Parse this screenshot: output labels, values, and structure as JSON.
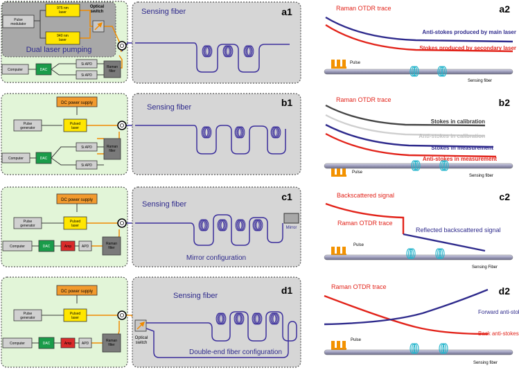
{
  "colors": {
    "setup_bg": "#e2f5d8",
    "fiber_box_bg": "#d6d6d6",
    "dual_pump_bg": "#a8a8a8",
    "optical_path": "#f08a00",
    "electrical_path": "#3a3a3a",
    "fiber": "#3b2f9c",
    "red_text": "#e2231a",
    "blue_text": "#2e2a8c",
    "laser_yellow": "#ffe600",
    "dc_orange": "#f29a2e",
    "dac_green": "#1a9c4a",
    "amp_red": "#d92b2b",
    "grey_box": "#d0d0d0",
    "dark_grey": "#7a7a7a",
    "pulse_orange": "#f39200",
    "loop_cyan": "#26b5cc"
  },
  "panels": {
    "a1": {
      "label": "a1",
      "sensing_fiber": "Sensing fiber",
      "title": "Dual laser pumping",
      "pulse_modulator": [
        "Pulse",
        "modulator"
      ],
      "laser_975": [
        "975 nm",
        "laser"
      ],
      "laser_940": [
        "940 nm",
        "laser"
      ],
      "optical_switch": [
        "Optical",
        "switch"
      ],
      "computer": "Computer",
      "dac": "DAC",
      "apd1": "Si APD",
      "apd2": "Si APD",
      "raman_filter": [
        "Raman",
        "filter"
      ]
    },
    "b1": {
      "label": "b1",
      "sensing_fiber": "Sensing fiber",
      "dc_power": "DC power supply",
      "pulse_generator": [
        "Pulse",
        "generator"
      ],
      "pulsed_laser": [
        "Pulsed",
        "laser"
      ],
      "computer": "Computer",
      "dac": "DAC",
      "apd1": "Si APD",
      "apd2": "Si APD",
      "raman_filter": [
        "Raman",
        "filter"
      ]
    },
    "c1": {
      "label": "c1",
      "sensing_fiber": "Sensing fiber",
      "dc_power": "DC power supply",
      "pulse_generator": [
        "Pulse",
        "generator"
      ],
      "pulsed_laser": [
        "Pulsed",
        "laser"
      ],
      "computer": "Computer",
      "dac": "DAC",
      "amp": "Amp",
      "apd": "APD",
      "raman_filter": [
        "Raman",
        "filter"
      ],
      "mirror": "Mirror",
      "config": "Mirror configuration"
    },
    "d1": {
      "label": "d1",
      "sensing_fiber": "Sensing fiber",
      "dc_power": "DC power supply",
      "pulse_generator": [
        "Pulse",
        "generator"
      ],
      "pulsed_laser": [
        "Pulsed",
        "laser"
      ],
      "computer": "Computer",
      "dac": "DAC",
      "amp": "Amp",
      "apd": "APD",
      "raman_filter": [
        "Raman",
        "filter"
      ],
      "optical_switch": [
        "Optical",
        "switch"
      ],
      "config": "Double-end fiber configuration"
    },
    "a2": {
      "label": "a2",
      "trace_title": "Raman OTDR trace",
      "anti_stokes": "Anti-stokes produced by main laser",
      "stokes": "Stokes produced by secondary laser",
      "pulse": "Pulse",
      "sensing": "Sensing fiber"
    },
    "b2": {
      "label": "b2",
      "trace_title": "Raman OTDR trace",
      "stokes_cal": "Stokes in calibration",
      "anti_cal": "Anti-stokes in calibration",
      "stokes_meas": "Stokes in measurement",
      "anti_meas": "Anti-stokes in measurement",
      "pulse": "Pulse",
      "sensing": "Sensing fiber"
    },
    "c2": {
      "label": "c2",
      "backscattered": "Backscattered signal",
      "trace_title": "Raman OTDR trace",
      "reflected": "Reflected backscattered signal",
      "pulse": "Pulse",
      "sensing": "Sensing Fiber"
    },
    "d2": {
      "label": "d2",
      "trace_title": "Raman OTDR trace",
      "forward": "Forward anti-stokes",
      "back": "Back anti-stokes",
      "pulse": "Pulse",
      "sensing": "Sensing fiber"
    }
  }
}
